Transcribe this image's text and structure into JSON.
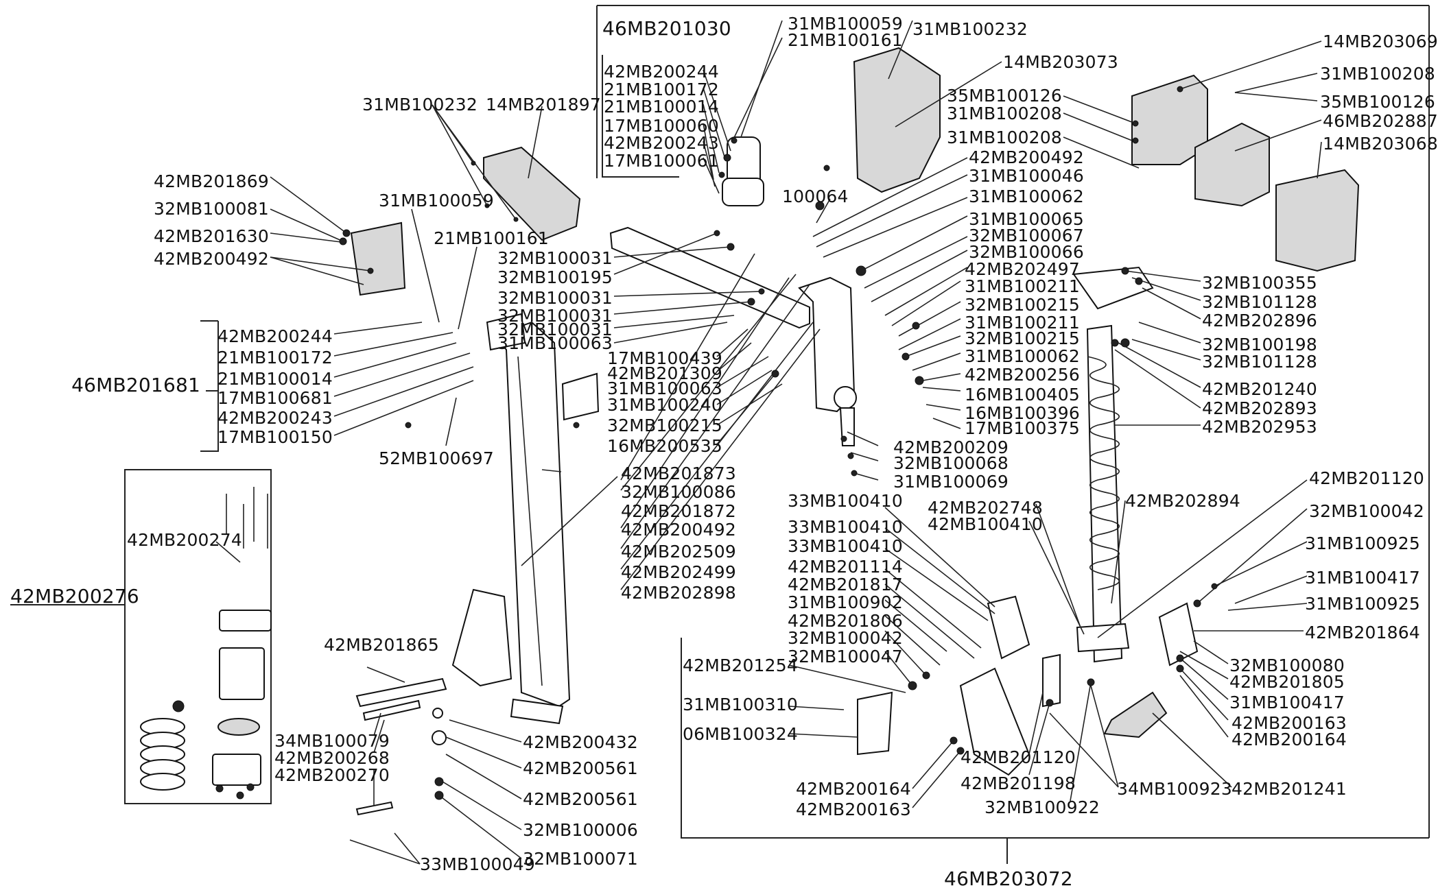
{
  "assemblies": {
    "top_kit": "46MB201030",
    "left_kit": "46MB201681",
    "spring_kit": "42MB200276",
    "bottom_kit": "46MB203072"
  },
  "part_labels": [
    "31MB100059",
    "21MB100161",
    "31MB100232",
    "14MB203073",
    "42MB200244",
    "21MB100172",
    "21MB100014",
    "17MB100060",
    "42MB200243",
    "17MB100061",
    "14MB203069",
    "31MB100208",
    "35MB100126",
    "35MB100126",
    "31MB100208",
    "46MB202887",
    "31MB100208",
    "14MB203068",
    "31MB100232",
    "14MB201897",
    "42MB201869",
    "32MB100081",
    "42MB201630",
    "42MB200492",
    "31MB100059",
    "21MB100161",
    "42MB200492",
    "31MB100046",
    "100064",
    "31MB100062",
    "31MB100065",
    "32MB100067",
    "32MB100066",
    "42MB202497",
    "31MB100211",
    "32MB100215",
    "31MB100211",
    "32MB100215",
    "31MB100062",
    "42MB200256",
    "16MB100405",
    "16MB100396",
    "17MB100375",
    "32MB100355",
    "32MB101128",
    "42MB202896",
    "32MB100198",
    "32MB101128",
    "42MB201240",
    "42MB202893",
    "42MB202953",
    "32MB100031",
    "32MB100195",
    "32MB100031",
    "32MB100031",
    "32MB100031",
    "31MB100063",
    "17MB100439",
    "42MB201309",
    "31MB100063",
    "31MB100240",
    "32MB100215",
    "16MB200535",
    "42MB200244",
    "21MB100172",
    "21MB100014",
    "17MB100681",
    "42MB200243",
    "17MB100150",
    "52MB100697",
    "42MB200209",
    "32MB100068",
    "31MB100069",
    "42MB201873",
    "32MB100086",
    "42MB201872",
    "42MB200492",
    "42MB202509",
    "42MB202499",
    "42MB202898",
    "42MB200274",
    "33MB100410",
    "33MB100410",
    "33MB100410",
    "42MB202748",
    "42MB100410",
    "42MB202894",
    "42MB201114",
    "42MB201817",
    "31MB100902",
    "42MB201806",
    "32MB100042",
    "32MB100047",
    "42MB201254",
    "31MB100310",
    "06MB100324",
    "42MB201120",
    "32MB100042",
    "31MB100925",
    "31MB100417",
    "31MB100925",
    "42MB201864",
    "32MB100080",
    "42MB201805",
    "31MB100417",
    "42MB200163",
    "42MB200164",
    "42MB201120",
    "42MB201198",
    "32MB100922",
    "34MB100923",
    "42MB201241",
    "42MB200164",
    "42MB200163",
    "42MB201865",
    "34MB100079",
    "42MB200268",
    "42MB200270",
    "42MB200432",
    "42MB200561",
    "42MB200561",
    "32MB100006",
    "32MB100071",
    "33MB100049"
  ]
}
